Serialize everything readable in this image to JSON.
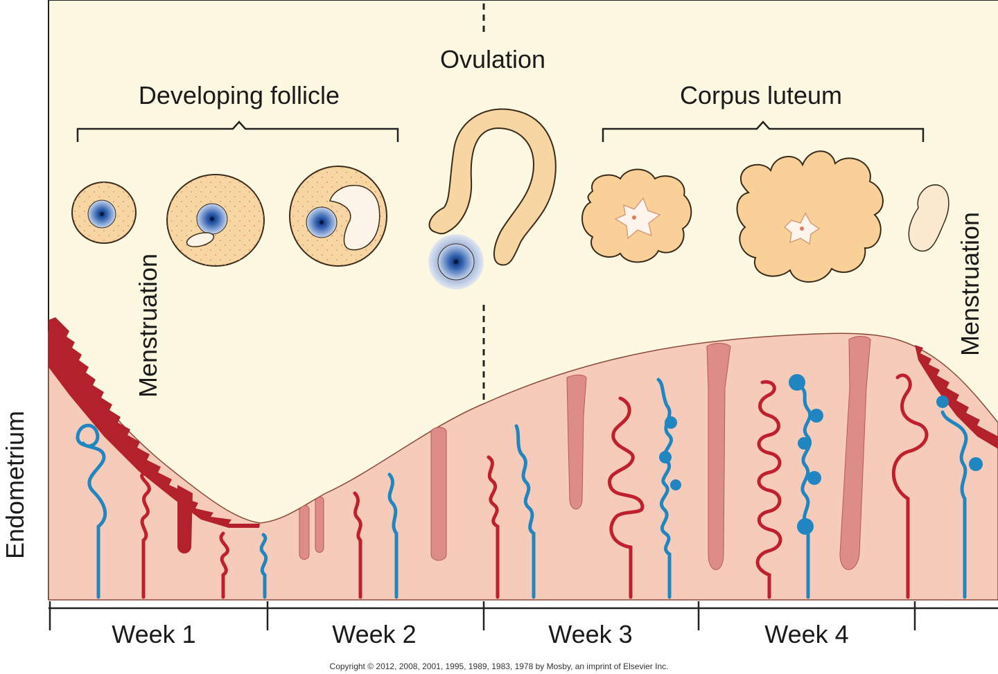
{
  "labels": {
    "developing_follicle": "Developing follicle",
    "ovulation": "Ovulation",
    "corpus_luteum": "Corpus luteum",
    "menstruation_left": "Menstruation",
    "menstruation_right": "Menstruation",
    "endometrium": "Endometrium"
  },
  "weeks": [
    "Week 1",
    "Week 2",
    "Week 3",
    "Week 4"
  ],
  "copyright": "Copyright © 2012, 2008, 2001, 1995, 1989, 1983, 1978 by Mosby, an imprint of Elsevier Inc.",
  "colors": {
    "background": "#fdf8e1",
    "follicle_fill": "#f8d6a4",
    "follicle_stroke": "#3a2a1a",
    "oocyte": "#2f5fae",
    "endometrium_fill": "#f7cbb9",
    "shed_layer": "#b3212b",
    "artery": "#c0202e",
    "vein": "#1f86c1",
    "gland": "#de8c86"
  }
}
